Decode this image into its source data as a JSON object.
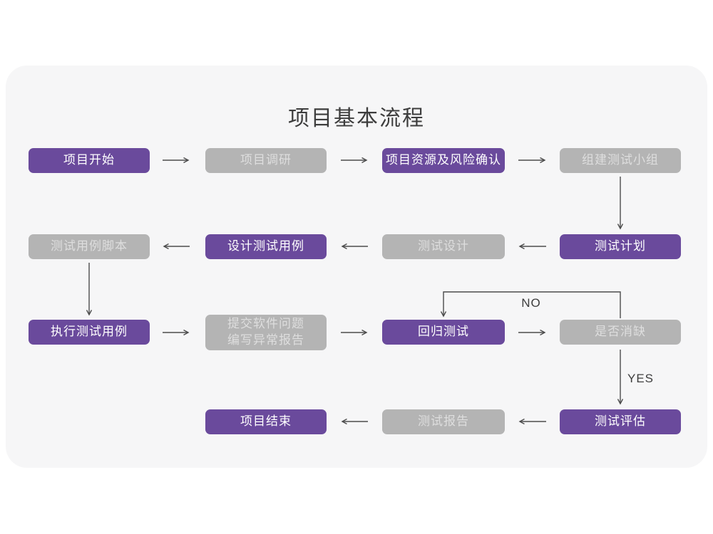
{
  "title": "项目基本流程",
  "colors": {
    "accent_purple": "#6a4a9c",
    "node_gray": "#b4b4b4",
    "card_background": "#f6f6f7",
    "arrow": "#4c4c4c"
  },
  "nodes": [
    {
      "label": "项目开始",
      "type": "primary"
    },
    {
      "label": "项目调研",
      "type": "secondary"
    },
    {
      "label": "项目资源及风险确认",
      "type": "primary"
    },
    {
      "label": "组建测试小组",
      "type": "secondary"
    },
    {
      "label": "测试用例脚本",
      "type": "secondary"
    },
    {
      "label": "设计测试用例",
      "type": "primary"
    },
    {
      "label": "测试设计",
      "type": "secondary"
    },
    {
      "label": "测试计划",
      "type": "primary"
    },
    {
      "label": "执行测试用例",
      "type": "primary"
    },
    {
      "label": "提交软件问题\n编写异常报告",
      "type": "secondary"
    },
    {
      "label": "回归测试",
      "type": "primary"
    },
    {
      "label": "是否消缺",
      "type": "secondary"
    },
    {
      "label": "项目结束",
      "type": "primary"
    },
    {
      "label": "测试报告",
      "type": "secondary"
    },
    {
      "label": "测试评估",
      "type": "primary"
    }
  ],
  "edges": [
    {
      "from": "项目开始",
      "to": "项目调研",
      "label": ""
    },
    {
      "from": "项目调研",
      "to": "项目资源及风险确认",
      "label": ""
    },
    {
      "from": "项目资源及风险确认",
      "to": "组建测试小组",
      "label": ""
    },
    {
      "from": "组建测试小组",
      "to": "测试计划",
      "label": ""
    },
    {
      "from": "测试计划",
      "to": "测试设计",
      "label": ""
    },
    {
      "from": "测试设计",
      "to": "设计测试用例",
      "label": ""
    },
    {
      "from": "设计测试用例",
      "to": "测试用例脚本",
      "label": ""
    },
    {
      "from": "测试用例脚本",
      "to": "执行测试用例",
      "label": ""
    },
    {
      "from": "执行测试用例",
      "to": "提交软件问题 编写异常报告",
      "label": ""
    },
    {
      "from": "提交软件问题 编写异常报告",
      "to": "回归测试",
      "label": ""
    },
    {
      "from": "回归测试",
      "to": "是否消缺",
      "label": ""
    },
    {
      "from": "是否消缺",
      "to": "回归测试",
      "label": "NO"
    },
    {
      "from": "是否消缺",
      "to": "测试评估",
      "label": "YES"
    },
    {
      "from": "测试评估",
      "to": "测试报告",
      "label": ""
    },
    {
      "from": "测试报告",
      "to": "项目结束",
      "label": ""
    }
  ]
}
